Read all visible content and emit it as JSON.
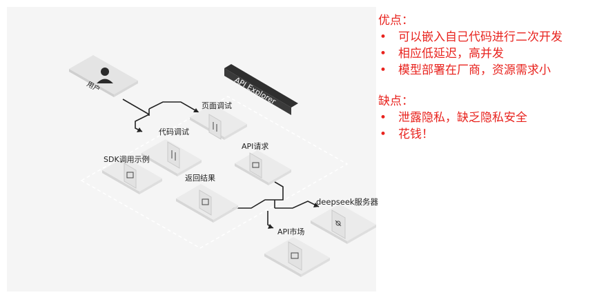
{
  "diagram": {
    "user_label": "用户",
    "api_explorer_label": "API Explorer",
    "nodes": {
      "page_debug": "页面调试",
      "code_debug": "代码调试",
      "api_request": "API请求",
      "sdk_example": "SDK调用示例",
      "return_result": "返回结果",
      "deepseek_server": "deepseek服务器",
      "api_market": "API市场"
    }
  },
  "pros": {
    "heading": "优点：",
    "items": [
      "可以嵌入自己代码进行二次开发",
      "相应低延迟，高并发",
      "模型部署在厂商，资源需求小"
    ]
  },
  "cons": {
    "heading": "缺点：",
    "items": [
      "泄露隐私，缺乏隐私安全",
      "花钱！"
    ]
  },
  "colors": {
    "annotation_text": "#e8231e",
    "background_gray": "#f4f4f4",
    "tile_top": "#ebebeb",
    "tile_side": "#dcdcdc",
    "dark_banner": "#333333",
    "connector": "#222222"
  }
}
